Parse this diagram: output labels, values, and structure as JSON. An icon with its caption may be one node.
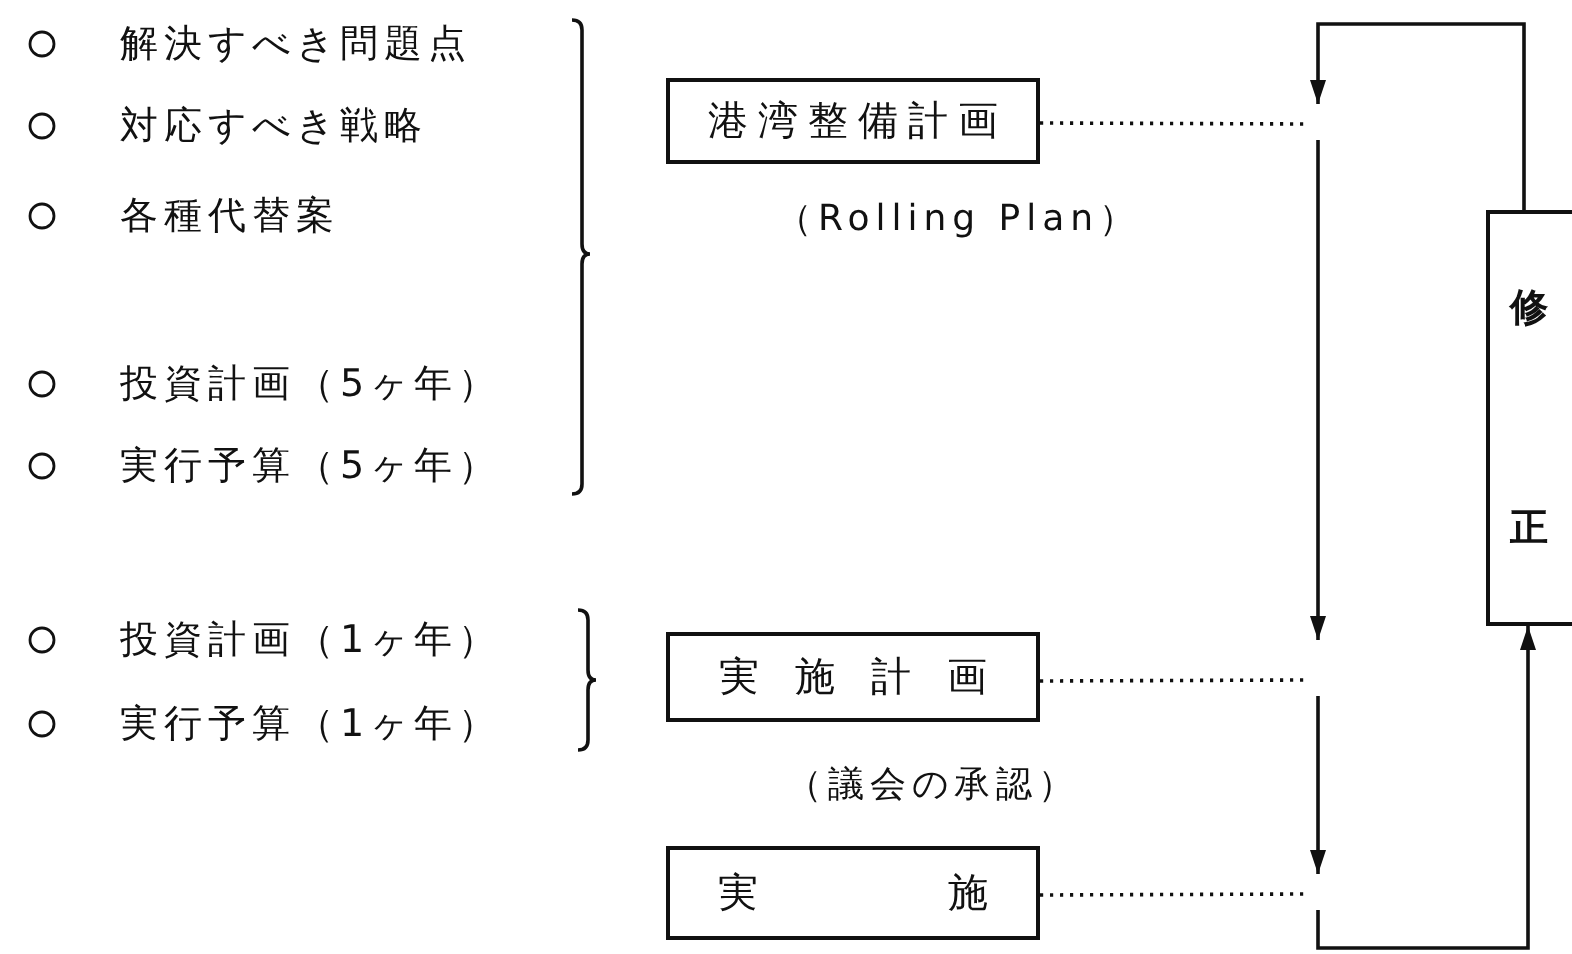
{
  "diagram": {
    "nodes": [
      {
        "text": [
          "港湾整備計画"
        ],
        "beside": [
          "（Rolling Plan）"
        ]
      },
      {
        "text": [
          "実施計画"
        ],
        "beside": [
          "（議会の承認）"
        ]
      },
      {
        "text": [
          "実施"
        ]
      },
      {
        "text": [
          "修正"
        ]
      }
    ],
    "edges": [
      {
        "from": 3,
        "to": null,
        "arrow": "to"
      },
      {
        "from": 0,
        "to": null,
        "arrow": "none",
        "style": "dashed"
      },
      {
        "from": 1,
        "to": null,
        "arrow": "none",
        "style": "dashed"
      },
      {
        "from": 2,
        "to": null,
        "arrow": "none",
        "style": "dashed"
      },
      {
        "from": null,
        "to": 3,
        "arrow": "to"
      }
    ],
    "labels": [
      "解決すべき問題点",
      "対応すべき戦略",
      "各種代替案",
      "投資計画（5ヶ年）",
      "実行予算（5ヶ年）",
      "投資計画（1ヶ年）",
      "実行予算（1ヶ年）"
    ]
  }
}
